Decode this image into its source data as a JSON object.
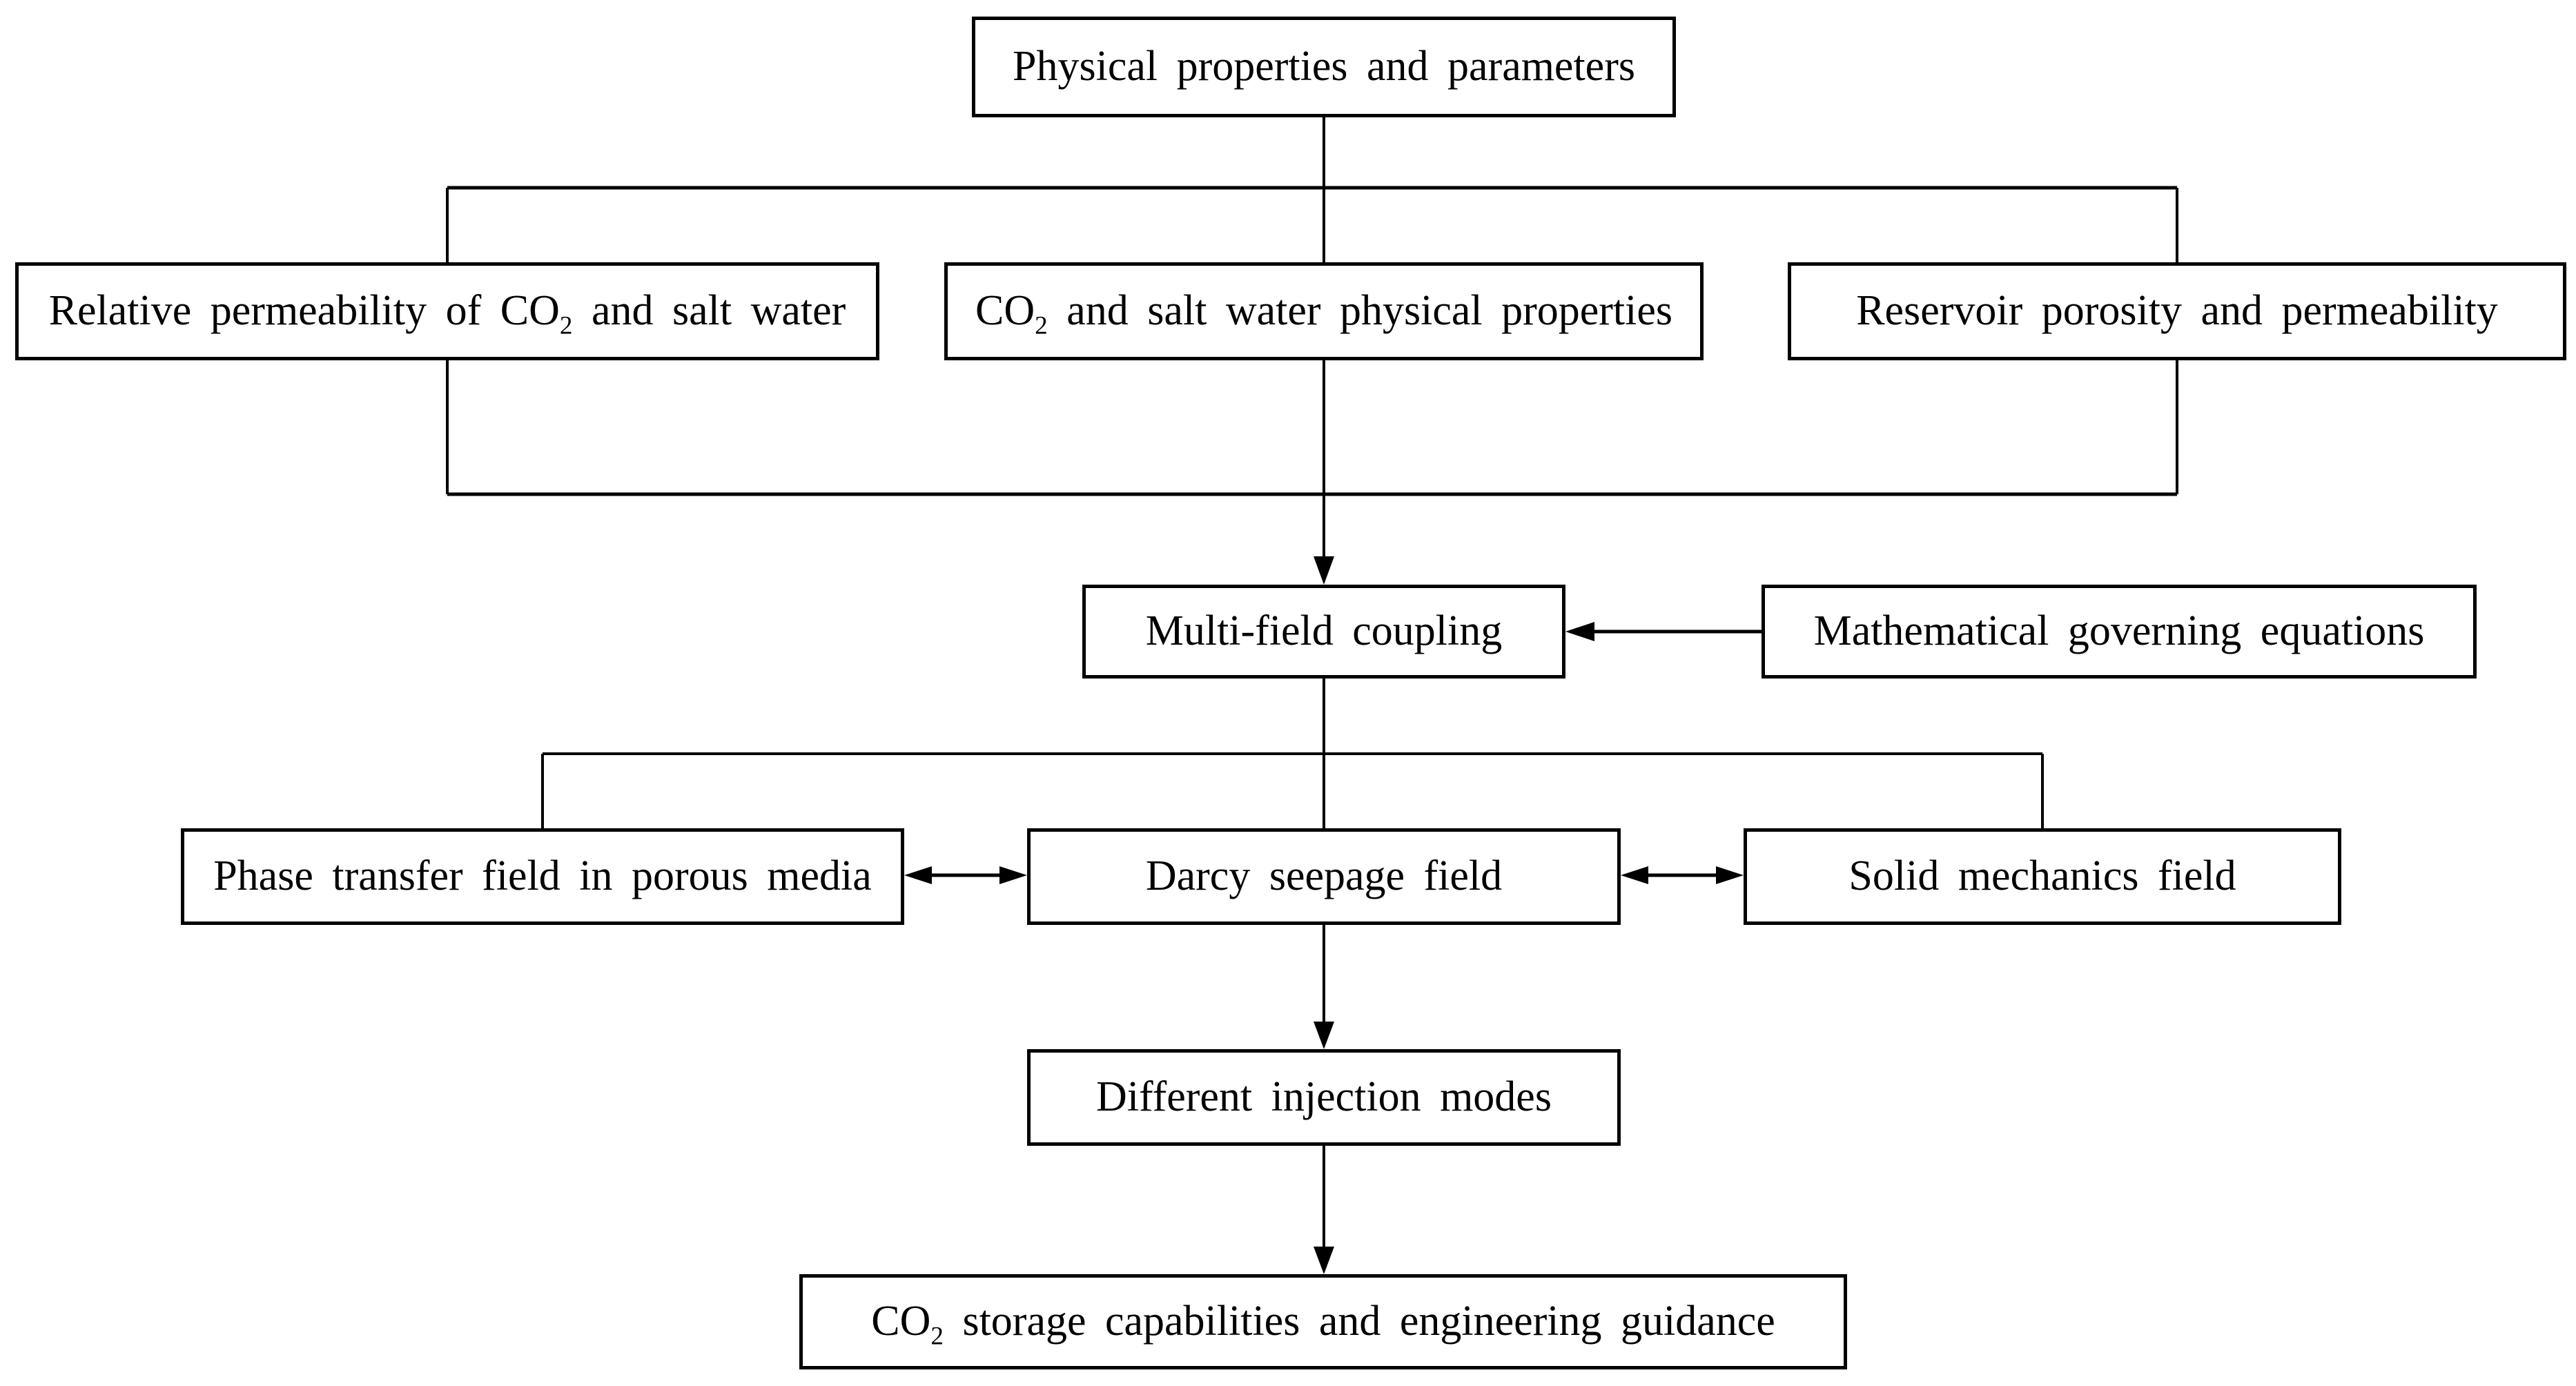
{
  "figure": {
    "background_color": "#ffffff",
    "line_color": "#000000",
    "text_color": "#000000"
  },
  "nodes": {
    "physical_properties": {
      "label": "Physical properties and parameters"
    },
    "relative_permeability": {
      "label": "Relative permeability of CO2 and salt water"
    },
    "co2_salt_water_properties": {
      "label": "CO2 and salt water physical properties"
    },
    "reservoir_porosity": {
      "label": "Reservoir porosity and permeability"
    },
    "multi_field_coupling": {
      "label": "Multi-field coupling"
    },
    "governing_equations": {
      "label": "Mathematical governing equations"
    },
    "phase_transfer_field": {
      "label": "Phase transfer field in porous media"
    },
    "darcy_seepage_field": {
      "label": "Darcy seepage field"
    },
    "solid_mechanics_field": {
      "label": "Solid mechanics field"
    },
    "injection_modes": {
      "label": "Different injection modes"
    },
    "storage_capabilities": {
      "label": "CO2 storage capabilities and engineering guidance"
    }
  },
  "edges": [
    {
      "from": "physical_properties",
      "to": "relative_permeability",
      "type": "line"
    },
    {
      "from": "physical_properties",
      "to": "co2_salt_water_properties",
      "type": "line"
    },
    {
      "from": "physical_properties",
      "to": "reservoir_porosity",
      "type": "line"
    },
    {
      "from": "relative_permeability",
      "to": "multi_field_coupling",
      "type": "arrow"
    },
    {
      "from": "co2_salt_water_properties",
      "to": "multi_field_coupling",
      "type": "arrow"
    },
    {
      "from": "reservoir_porosity",
      "to": "multi_field_coupling",
      "type": "arrow"
    },
    {
      "from": "governing_equations",
      "to": "multi_field_coupling",
      "type": "arrow"
    },
    {
      "from": "multi_field_coupling",
      "to": "phase_transfer_field",
      "type": "line"
    },
    {
      "from": "multi_field_coupling",
      "to": "darcy_seepage_field",
      "type": "line"
    },
    {
      "from": "multi_field_coupling",
      "to": "solid_mechanics_field",
      "type": "line"
    },
    {
      "from": "phase_transfer_field",
      "to": "darcy_seepage_field",
      "type": "double-arrow"
    },
    {
      "from": "darcy_seepage_field",
      "to": "solid_mechanics_field",
      "type": "double-arrow"
    },
    {
      "from": "darcy_seepage_field",
      "to": "injection_modes",
      "type": "arrow"
    },
    {
      "from": "injection_modes",
      "to": "storage_capabilities",
      "type": "arrow"
    }
  ]
}
